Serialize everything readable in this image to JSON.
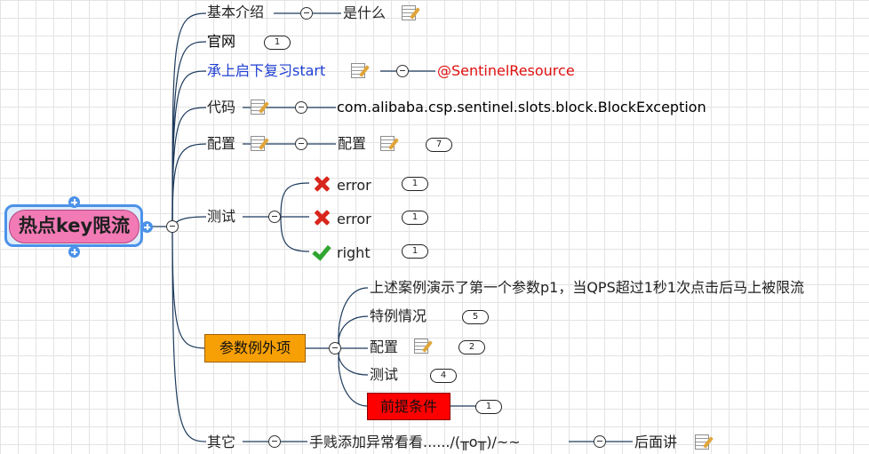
{
  "root": {
    "label": "热点key限流"
  },
  "branches": {
    "intro": {
      "label": "基本介绍",
      "child": "是什么"
    },
    "site": {
      "label": "官网",
      "count": "1"
    },
    "recap": {
      "label": "承上启下复习start",
      "child": "@SentinelResource"
    },
    "code": {
      "label": "代码",
      "child": "com.alibaba.csp.sentinel.slots.block.BlockException"
    },
    "config": {
      "label": "配置",
      "child": "配置",
      "child_count": "7"
    },
    "test": {
      "label": "测试",
      "items": [
        {
          "label": "error",
          "status": "cross-icon",
          "count": "1"
        },
        {
          "label": "error",
          "status": "cross-icon",
          "count": "1"
        },
        {
          "label": "right",
          "status": "check-icon",
          "count": "1"
        }
      ]
    },
    "param": {
      "label": "参数例外项",
      "items": [
        {
          "label": "上述案例演示了第一个参数p1，当QPS超过1秒1次点击后马上被限流"
        },
        {
          "label": "特例情况",
          "count": "5"
        },
        {
          "label": "配置",
          "count": "2"
        },
        {
          "label": "测试",
          "count": "4"
        },
        {
          "label": "前提条件",
          "count": "1"
        }
      ]
    },
    "other": {
      "label": "其它",
      "child": "手贱添加异常看看....../(╥o╥)/~~",
      "grandchild": "后面讲"
    }
  },
  "colors": {
    "root_fill": "#f27ab5",
    "root_frame": "#4b92e8",
    "param_box": "#f7a006",
    "premise_box": "#ff0000",
    "recap_text": "#1f3fd1",
    "annotation_text": "#e01010"
  }
}
